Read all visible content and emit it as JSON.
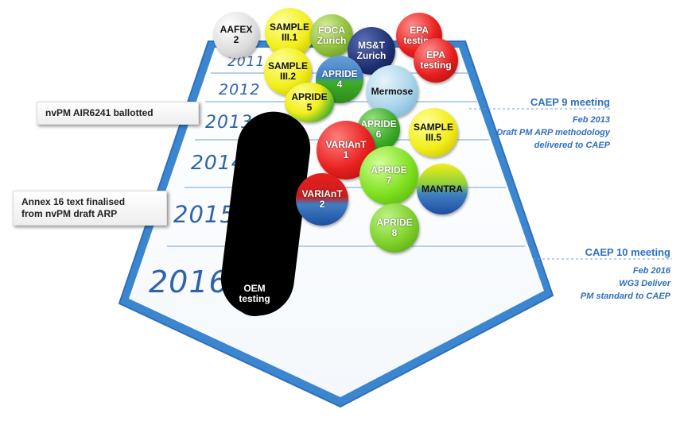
{
  "years": [
    "2011",
    "2012",
    "2013",
    "2014",
    "2015",
    "2016"
  ],
  "callouts": {
    "left_1": "nvPM AIR6241 ballotted",
    "left_2_line1": "Annex 16 text finalised",
    "left_2_line2": "from nvPM draft ARP"
  },
  "notes": {
    "caep9_title": "CAEP 9 meeting",
    "caep9_line1": "Feb 2013",
    "caep9_line2": "Draft PM ARP methodology",
    "caep9_line3": "delivered to CAEP",
    "caep10_title": "CAEP 10 meeting",
    "caep10_line1": "Feb 2016",
    "caep10_line2": "WG3 Deliver",
    "caep10_line3": "PM standard to CAEP"
  },
  "balls": {
    "aafex2": {
      "l1": "AAFEX",
      "l2": "2"
    },
    "sample31": {
      "l1": "SAMPLE",
      "l2": "III.1"
    },
    "foca": {
      "l1": "FOCA",
      "l2": "Zurich"
    },
    "mst": {
      "l1": "MS&T",
      "l2": "Zurich"
    },
    "epa1": {
      "l1": "EPA",
      "l2": "testing"
    },
    "epa2": {
      "l1": "EPA",
      "l2": "testing"
    },
    "sample32": {
      "l1": "SAMPLE",
      "l2": "III.2"
    },
    "apride4": {
      "l1": "APRIDE",
      "l2": "4"
    },
    "apride5": {
      "l1": "APRIDE",
      "l2": "5"
    },
    "mermose": {
      "l1": "Mermose",
      "l2": ""
    },
    "apride6": {
      "l1": "APRIDE",
      "l2": "6"
    },
    "sample35": {
      "l1": "SAMPLE",
      "l2": "III.5"
    },
    "variant1": {
      "l1": "VARIAnT",
      "l2": "1"
    },
    "apride7": {
      "l1": "APRIDE",
      "l2": "7"
    },
    "mantra": {
      "l1": "MANTRA",
      "l2": ""
    },
    "variant2": {
      "l1": "VARIAnT",
      "l2": "2"
    },
    "apride8": {
      "l1": "APRIDE",
      "l2": "8"
    },
    "oem": {
      "l1": "OEM",
      "l2": "testing"
    }
  },
  "colors": {
    "road_blue": "#3b86cf",
    "ball_gray": "#e9e9e9",
    "ball_yellow": "#f2ee1a",
    "ball_olive": "#8fbf3a",
    "ball_navy": "#1d2e6e",
    "ball_red": "#e8201e",
    "ball_green": "#3fae2a",
    "ball_lightblue": "#a9d4ea",
    "ball_lime": "#7fe01e"
  }
}
